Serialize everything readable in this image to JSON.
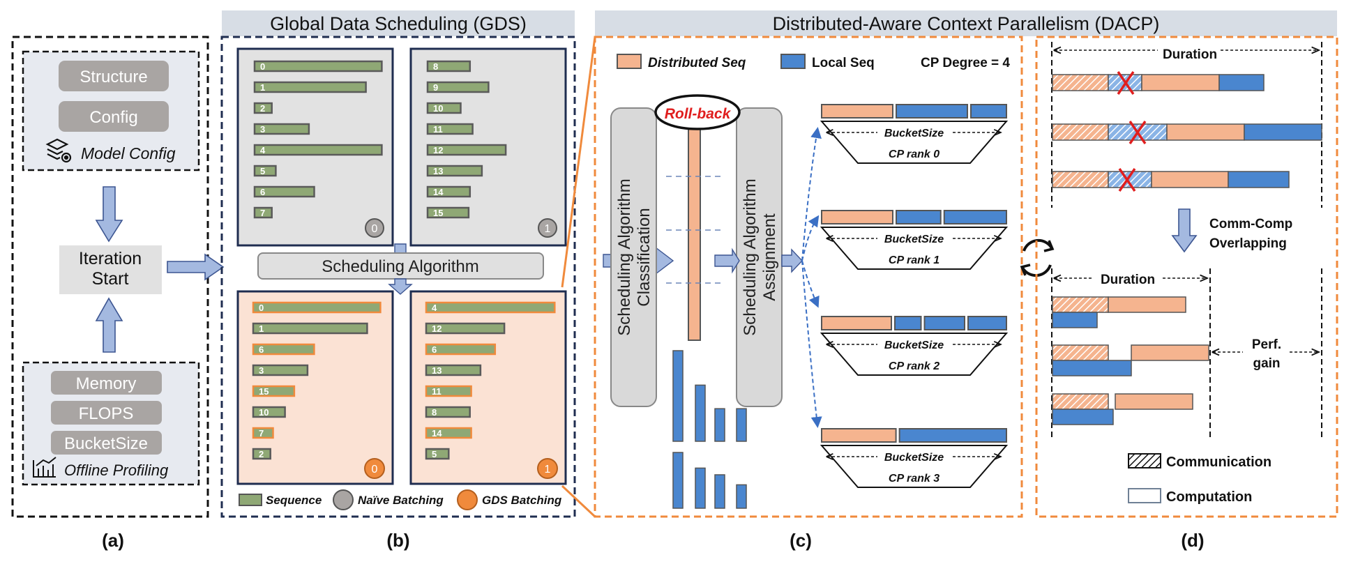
{
  "headers": {
    "gds": "Global Data Scheduling (GDS)",
    "dacp": "Distributed-Aware Context Parallelism (DACP)"
  },
  "panel_labels": {
    "a": "(a)",
    "b": "(b)",
    "c": "(c)",
    "d": "(d)"
  },
  "panel_a": {
    "model_config_items": [
      "Structure",
      "Config"
    ],
    "model_config_caption": "Model Config",
    "iteration_start": [
      "Iteration",
      "Start"
    ],
    "profiling_items": [
      "Memory",
      "FLOPS",
      "BucketSize"
    ],
    "profiling_caption": "Offline Profiling"
  },
  "panel_b": {
    "naive_batches": [
      {
        "id": "0",
        "sequences": [
          {
            "id": "0",
            "length": 0.96
          },
          {
            "id": "1",
            "length": 0.84
          },
          {
            "id": "2",
            "length": 0.13
          },
          {
            "id": "3",
            "length": 0.41
          },
          {
            "id": "4",
            "length": 0.96
          },
          {
            "id": "5",
            "length": 0.16
          },
          {
            "id": "6",
            "length": 0.45
          },
          {
            "id": "7",
            "length": 0.13
          }
        ]
      },
      {
        "id": "1",
        "sequences": [
          {
            "id": "8",
            "length": 0.32
          },
          {
            "id": "9",
            "length": 0.46
          },
          {
            "id": "10",
            "length": 0.25
          },
          {
            "id": "11",
            "length": 0.34
          },
          {
            "id": "12",
            "length": 0.59
          },
          {
            "id": "13",
            "length": 0.41
          },
          {
            "id": "14",
            "length": 0.32
          },
          {
            "id": "15",
            "length": 0.31
          }
        ]
      }
    ],
    "scheduling_algorithm": "Scheduling Algorithm",
    "gds_batches": [
      {
        "id": "0",
        "sequences": [
          {
            "id": "0",
            "length": 0.96,
            "dist": true
          },
          {
            "id": "1",
            "length": 0.86,
            "dist": false
          },
          {
            "id": "6",
            "length": 0.46,
            "dist": true
          },
          {
            "id": "3",
            "length": 0.41,
            "dist": false
          },
          {
            "id": "15",
            "length": 0.31,
            "dist": true
          },
          {
            "id": "10",
            "length": 0.24,
            "dist": false
          },
          {
            "id": "7",
            "length": 0.15,
            "dist": true
          },
          {
            "id": "2",
            "length": 0.13,
            "dist": false
          }
        ]
      },
      {
        "id": "1",
        "sequences": [
          {
            "id": "4",
            "length": 0.97,
            "dist": true
          },
          {
            "id": "12",
            "length": 0.59,
            "dist": false
          },
          {
            "id": "6",
            "length": 0.52,
            "dist": true
          },
          {
            "id": "13",
            "length": 0.41,
            "dist": false
          },
          {
            "id": "11",
            "length": 0.34,
            "dist": true
          },
          {
            "id": "8",
            "length": 0.33,
            "dist": false
          },
          {
            "id": "14",
            "length": 0.34,
            "dist": true
          },
          {
            "id": "5",
            "length": 0.17,
            "dist": false
          }
        ]
      }
    ],
    "legend": {
      "sequence": "Sequence",
      "naive": "Naïve Batching",
      "gds": "GDS Batching"
    }
  },
  "panel_c": {
    "legend_distributed": "Distributed Seq",
    "legend_local": "Local Seq",
    "cp_degree": "CP Degree = 4",
    "classification": [
      "Scheduling Algorithm",
      "Classification"
    ],
    "assignment": [
      "Scheduling Algorithm",
      "Assignment"
    ],
    "rollback": "Roll-back",
    "bucket_size": "BucketSize",
    "ranks": [
      {
        "label": "CP rank 0",
        "segments": [
          {
            "kind": "dist",
            "w": 0.4
          },
          {
            "kind": "local",
            "w": 0.4
          },
          {
            "kind": "local",
            "w": 0.2
          }
        ]
      },
      {
        "label": "CP rank 1",
        "segments": [
          {
            "kind": "dist",
            "w": 0.4
          },
          {
            "kind": "local",
            "w": 0.25
          },
          {
            "kind": "local",
            "w": 0.35
          }
        ]
      },
      {
        "label": "CP rank 2",
        "segments": [
          {
            "kind": "dist",
            "w": 0.4
          },
          {
            "kind": "local",
            "w": 0.15
          },
          {
            "kind": "local",
            "w": 0.23
          },
          {
            "kind": "local",
            "w": 0.22
          }
        ]
      },
      {
        "label": "CP rank 3",
        "segments": [
          {
            "kind": "dist",
            "w": 0.41
          },
          {
            "kind": "local",
            "w": 0.59
          }
        ]
      }
    ],
    "local_bars_row1": [
      1.0,
      0.62,
      0.36,
      0.36
    ],
    "local_bars_row2": [
      1.0,
      0.72,
      0.6,
      0.42
    ]
  },
  "panel_d": {
    "duration": "Duration",
    "overlap_label": [
      "Comm-Comp",
      "Overlapping"
    ],
    "perf_gain": [
      "Perf.",
      "gain"
    ],
    "legend_communication": "Communication",
    "legend_computation": "Computation"
  },
  "colors": {
    "orange": "#f5b48f",
    "orange_border": "#f08a3c",
    "blue": "#4a86cf",
    "green": "#8fa875",
    "dark_navy": "#1f2d50",
    "header_bg": "#d7dde5",
    "grey_btn": "#a9a5a3",
    "arrow": "#a4b9e0"
  }
}
